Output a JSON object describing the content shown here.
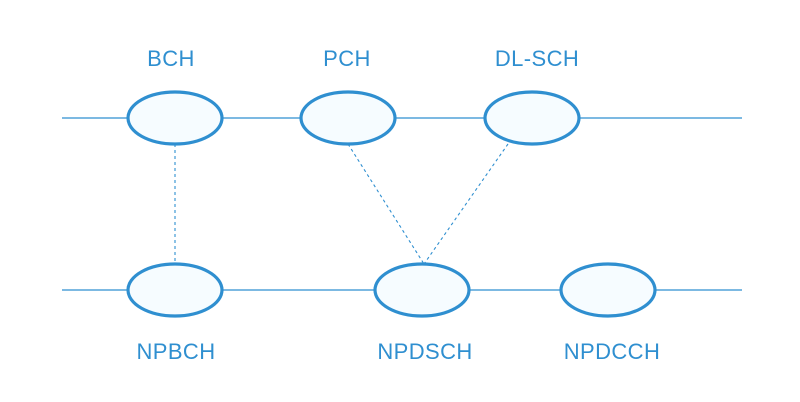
{
  "diagram": {
    "top_labels": {
      "bch": "BCH",
      "pch": "PCH",
      "dlsch": "DL-SCH"
    },
    "bottom_labels": {
      "npbch": "NPBCH",
      "npdsch": "NPDSCH",
      "npdcch": "NPDCCH"
    }
  }
}
